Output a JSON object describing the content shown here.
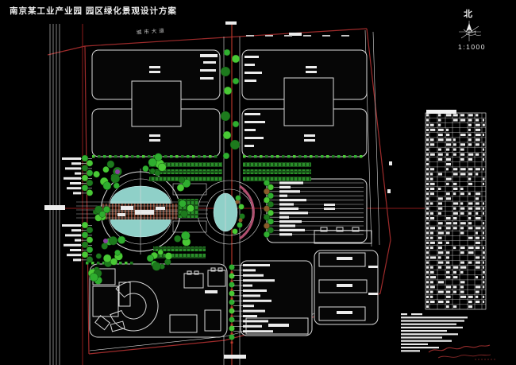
{
  "title": {
    "text": "南京某工业产业园 园区绿化景观设计方案"
  },
  "north": {
    "label": "北",
    "scale": "1:1000"
  },
  "plan": {
    "top_road_label": "城市大道"
  },
  "colors": {
    "background": "#000000",
    "line_white": "#d9d9d9",
    "boundary_red": "#9e2b2b",
    "axis_red": "#8b1a1a",
    "bright_red": "#c0392b",
    "tree_green": "#2fae2f",
    "tree_green_light": "#49c935",
    "tree_green_dark": "#1d7a1d",
    "hedge_green": "#2a8f2a",
    "water_cyan": "#8fd0c8",
    "magenta": "#b05070",
    "brown": "#8a5a2a",
    "purple": "#8a3f9e",
    "label_white": "#ececec"
  }
}
